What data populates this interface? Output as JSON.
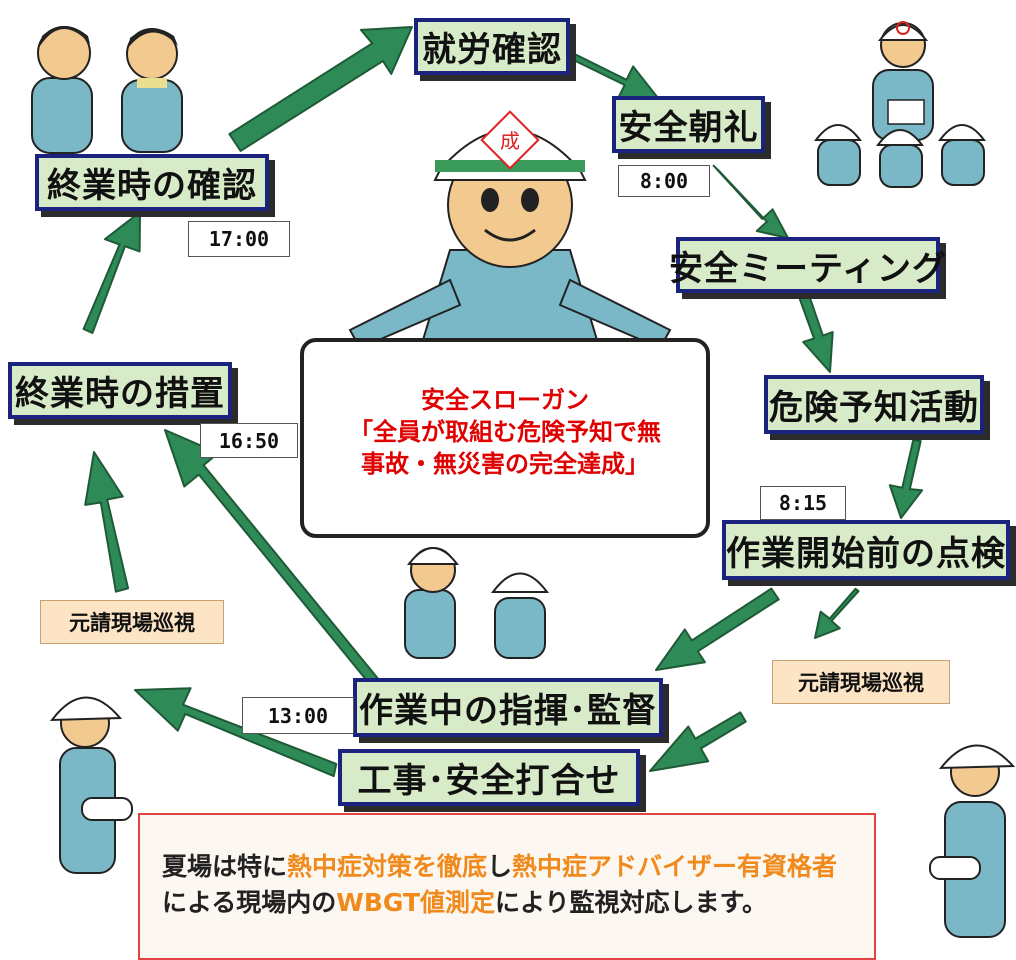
{
  "steps": {
    "shuro": "就労確認",
    "chorei": "安全朝礼",
    "meeting": "安全ミーティング",
    "kiken": "危険予知活動",
    "tenken": "作業開始前の点検",
    "shiki": "作業中の指揮･監督",
    "uchiawase": "工事･安全打合せ",
    "sochi": "終業時の措置",
    "kakunin": "終業時の確認"
  },
  "times": {
    "t0800": "8:00",
    "t0815": "8:15",
    "t1300": "13:00",
    "t1650": "16:50",
    "t1700": "17:00"
  },
  "patrol": {
    "left": "元請現場巡視",
    "right": "元請現場巡視"
  },
  "slogan": {
    "line1": "安全スローガン",
    "line2": "「全員が取組む危険予知で無",
    "line3": "事故・無災害の完全達成」"
  },
  "helmet_mark": "成",
  "note": {
    "p1": "夏場は特に",
    "h1": "熱中症対策を徹底",
    "p2": "し",
    "h2": "熱中症アドバイザー有資格者",
    "p3": "による現場内の",
    "h3": "WBGT値測定",
    "p4": "により監視対応します。"
  },
  "colors": {
    "arrow": "#2e8b57",
    "box_fill": "#d8ebc8",
    "box_border": "#1a237e",
    "slogan": "#e00000",
    "highlight": "#f08a1c",
    "note_border": "#e34242",
    "patrol_fill": "#fde4c4"
  }
}
